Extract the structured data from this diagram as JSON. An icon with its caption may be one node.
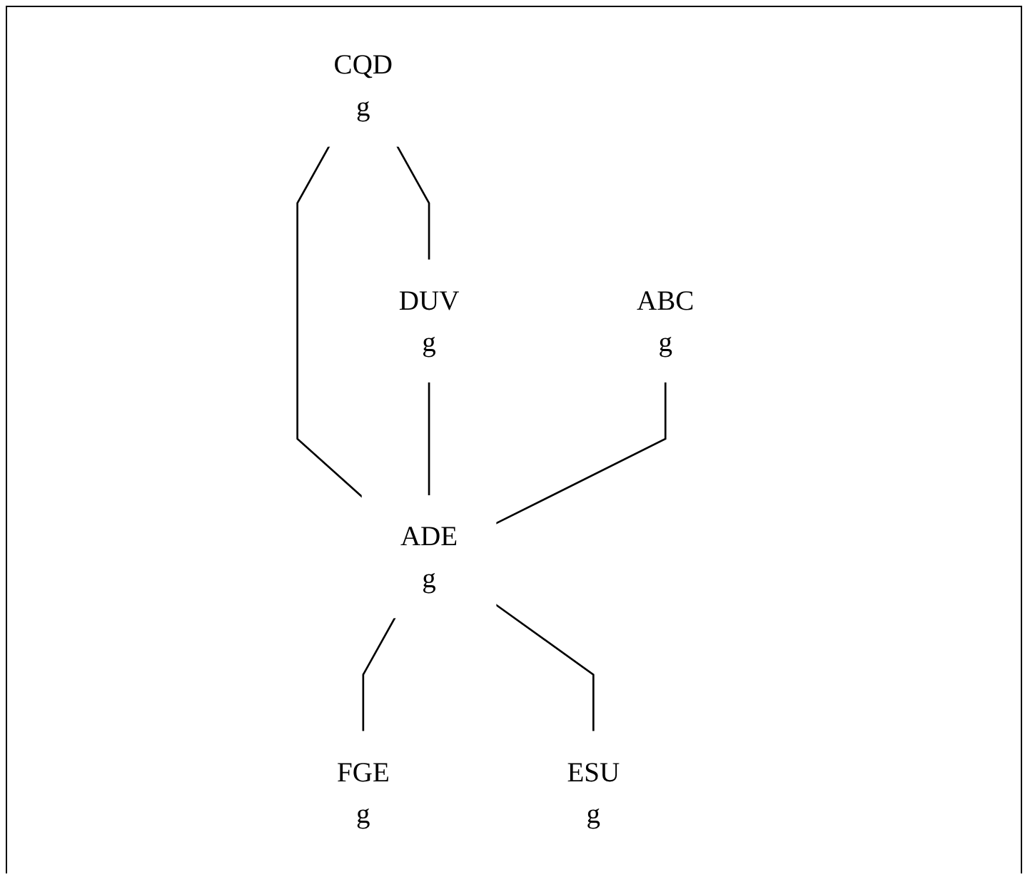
{
  "diagram": {
    "nodes": [
      {
        "text": [
          "CQD",
          "g"
        ]
      },
      {
        "text": [
          "DUV",
          "g"
        ]
      },
      {
        "text": [
          "ABC",
          "g"
        ]
      },
      {
        "text": [
          "ADE",
          "g"
        ]
      },
      {
        "text": [
          "FGE",
          "g"
        ]
      },
      {
        "text": [
          "ESU",
          "g"
        ]
      }
    ],
    "edges": [
      {
        "from": 0,
        "to": 1,
        "arrow": "none"
      },
      {
        "from": 0,
        "to": 3,
        "arrow": "none"
      },
      {
        "from": 1,
        "to": 3,
        "arrow": "none"
      },
      {
        "from": 2,
        "to": 3,
        "arrow": "none"
      },
      {
        "from": 3,
        "to": 4,
        "arrow": "none"
      },
      {
        "from": 3,
        "to": 5,
        "arrow": "none"
      }
    ]
  }
}
